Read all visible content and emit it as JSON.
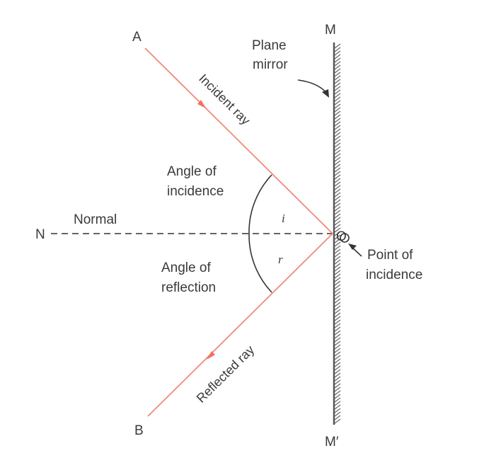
{
  "points": {
    "a": "A",
    "b": "B",
    "m": "M",
    "m_prime": "M′",
    "n": "N",
    "o": "O"
  },
  "labels": {
    "plane_mirror": [
      "Plane",
      "mirror"
    ],
    "incident_ray": "Incident ray",
    "reflected_ray": "Reflected ray",
    "normal": "Normal",
    "angle_of_incidence": [
      "Angle of",
      "incidence"
    ],
    "angle_of_reflection": [
      "Angle of",
      "reflection"
    ],
    "point_of_incidence": [
      "Point of",
      "incidence"
    ],
    "i": "i",
    "r": "r"
  },
  "colors": {
    "ray": "#f08a7a",
    "arrowhead": "#f07060",
    "mirror": "#555555",
    "normal": "#333333",
    "text": "#3a3a3a"
  }
}
